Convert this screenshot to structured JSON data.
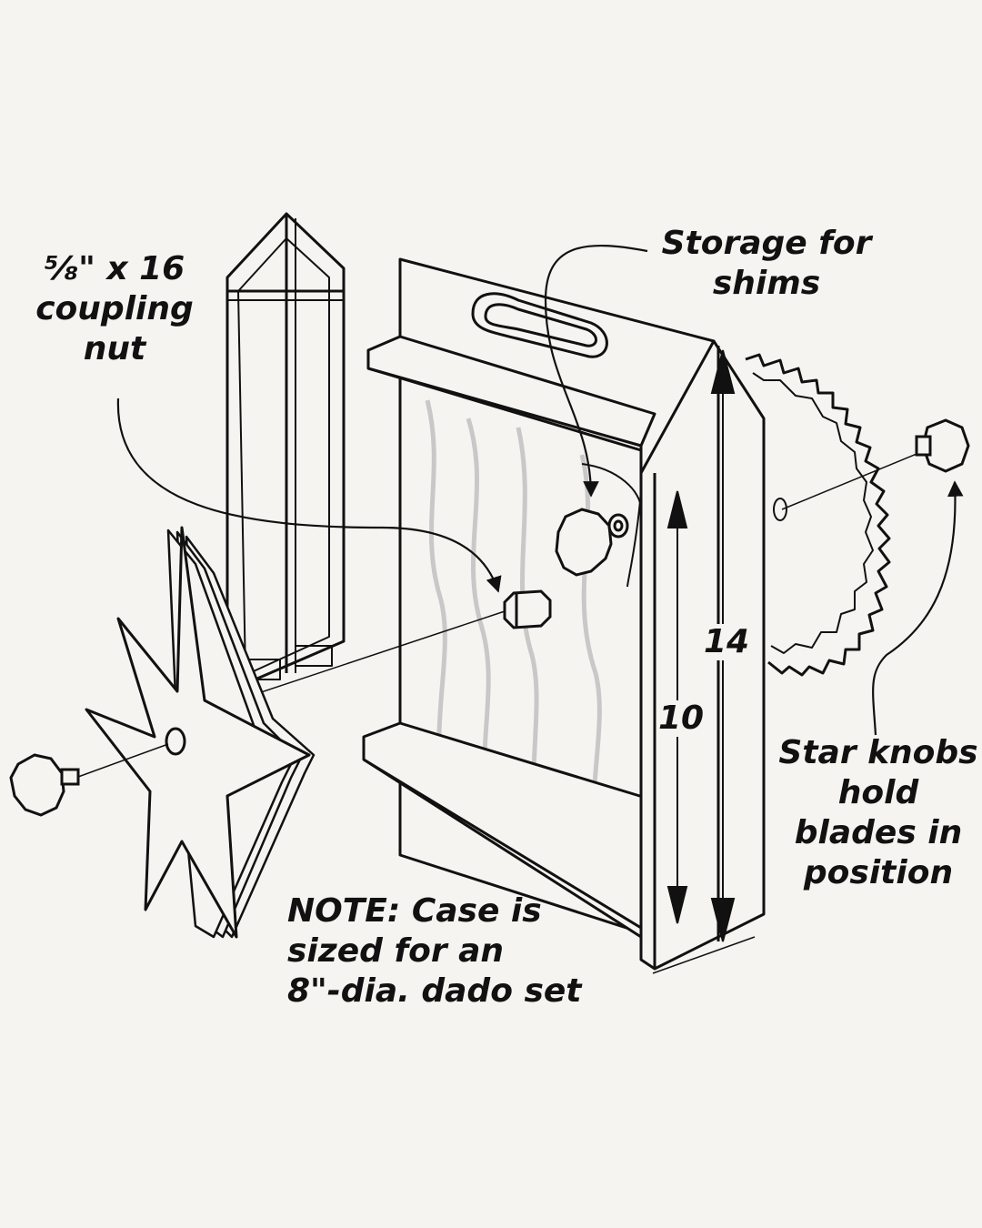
{
  "labels": {
    "coupling_nut": [
      "⅝\" x 16",
      "coupling",
      "nut"
    ],
    "storage": [
      "Storage for",
      "shims"
    ],
    "star_knobs": [
      "Star knobs",
      "hold",
      "blades in",
      "position"
    ],
    "note_head": "NOTE:",
    "note_lines": [
      " Case is",
      "sized for an",
      "8\"-dia. dado set"
    ]
  },
  "dimensions": {
    "overall_height": "14",
    "inner_height": "10"
  },
  "colors": {
    "background": "#f5f4f1",
    "line": "#111111",
    "wood_grain": "#c8c8c8"
  }
}
